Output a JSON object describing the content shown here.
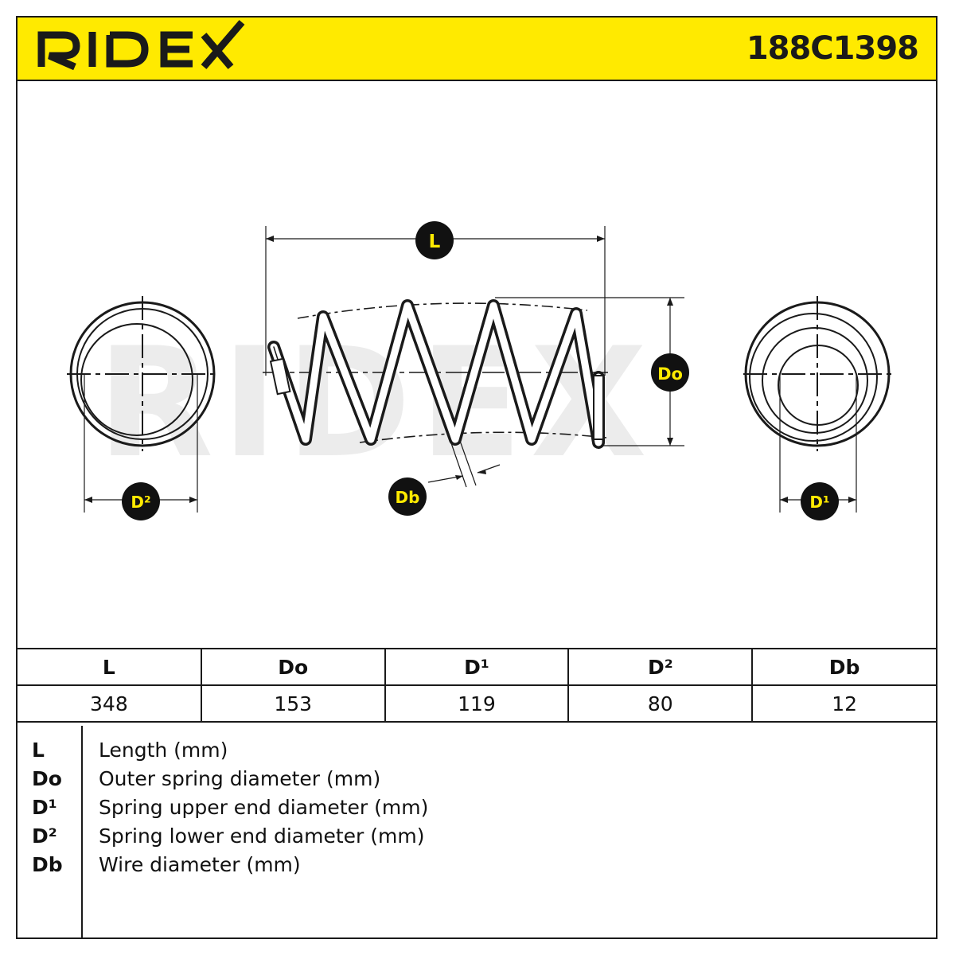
{
  "header": {
    "brand": "RIDEX",
    "part_number": "188C1398",
    "accent_color": "#ffea00"
  },
  "diagram": {
    "watermark": "RIDEX",
    "labels": {
      "length": "L",
      "outer_diameter": "Do",
      "upper_end_diameter": "D¹",
      "lower_end_diameter": "D²",
      "wire_diameter": "Db"
    },
    "badge_text_color": "#ffea00"
  },
  "specs": {
    "headers": [
      "L",
      "Do",
      "D¹",
      "D²",
      "Db"
    ],
    "values": [
      "348",
      "153",
      "119",
      "80",
      "12"
    ]
  },
  "legend": [
    {
      "symbol": "L",
      "description": "Length (mm)"
    },
    {
      "symbol": "Do",
      "description": "Outer spring diameter (mm)"
    },
    {
      "symbol": "D¹",
      "description": "Spring upper end diameter (mm)"
    },
    {
      "symbol": "D²",
      "description": "Spring lower end diameter (mm)"
    },
    {
      "symbol": "Db",
      "description": "Wire diameter (mm)"
    }
  ]
}
